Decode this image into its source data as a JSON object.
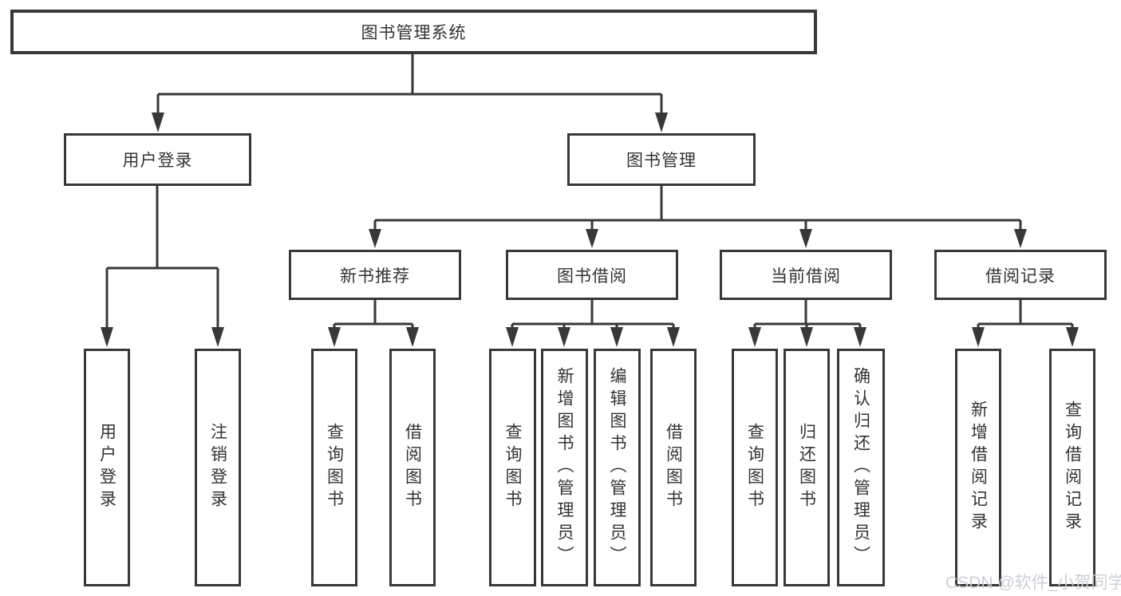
{
  "tree": {
    "label": "图书管理系统",
    "children": [
      {
        "label": "用户登录",
        "children": [
          {
            "label": "用户登录"
          },
          {
            "label": "注销登录"
          }
        ]
      },
      {
        "label": "图书管理",
        "children": [
          {
            "label": "新书推荐",
            "children": [
              {
                "label": "查询图书"
              },
              {
                "label": "借阅图书"
              }
            ]
          },
          {
            "label": "图书借阅",
            "children": [
              {
                "label": "查询图书"
              },
              {
                "label": "新增图书（管理员）"
              },
              {
                "label": "编辑图书（管理员）"
              },
              {
                "label": "借阅图书"
              }
            ]
          },
          {
            "label": "当前借阅",
            "children": [
              {
                "label": "查询图书"
              },
              {
                "label": "归还图书"
              },
              {
                "label": "确认归还（管理员）"
              }
            ]
          },
          {
            "label": "借阅记录",
            "children": [
              {
                "label": "新增借阅记录"
              },
              {
                "label": "查询借阅记录"
              }
            ]
          }
        ]
      }
    ]
  },
  "watermark": {
    "text": "CSDN @软件_小贺同学"
  },
  "colors": {
    "line": "#383838",
    "text": "#333333",
    "background": "#ffffff",
    "watermark": "#c9cdd3"
  }
}
